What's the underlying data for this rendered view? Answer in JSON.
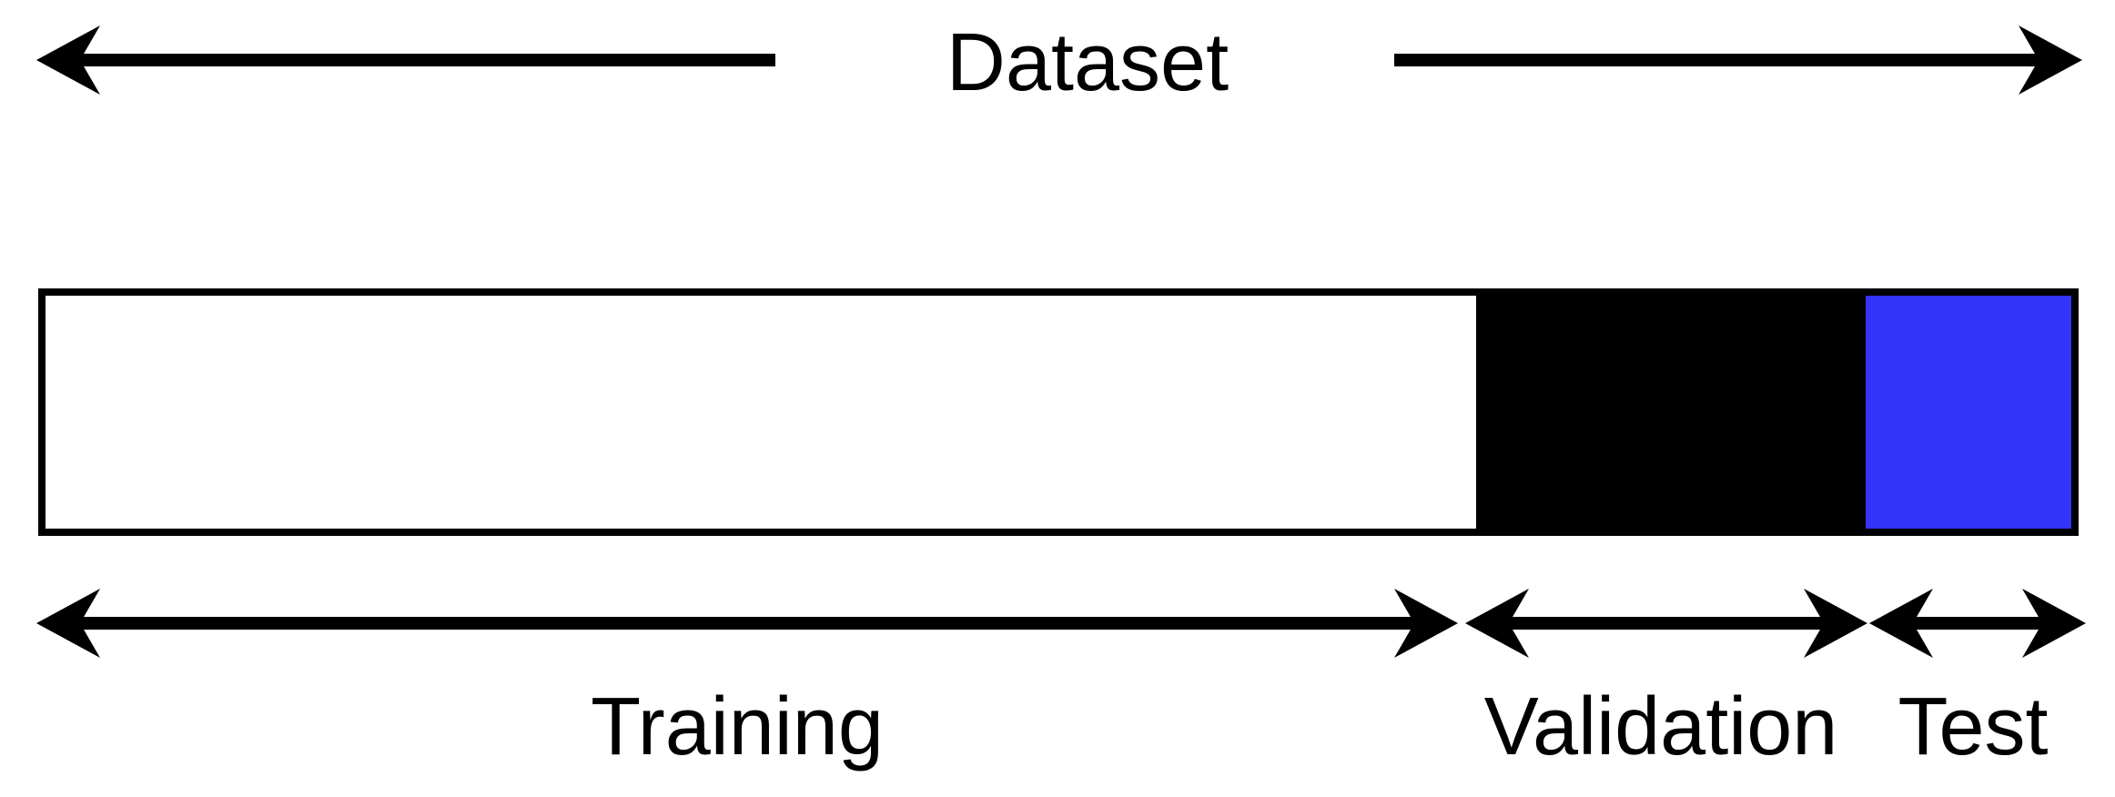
{
  "header": {
    "label": "Dataset"
  },
  "bar": {
    "outline_color": "#000000",
    "sections": [
      {
        "label": "Training",
        "color": "#FFFFFF",
        "width_pct": 70.62
      },
      {
        "label": "Validation",
        "color": "#000000",
        "width_pct": 19.23
      },
      {
        "label": "Test",
        "color": "#3333FA",
        "width_pct": 10.15
      }
    ]
  },
  "arrow_color": "#000000"
}
